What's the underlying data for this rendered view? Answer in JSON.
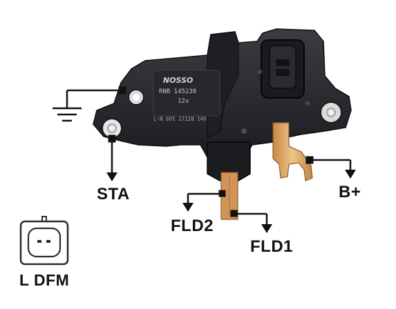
{
  "regulator": {
    "brand": "NOSSO",
    "model": "RNB 145238",
    "voltage": "12v",
    "code": "L-N 691 17120 14V"
  },
  "labels": {
    "sta": "STA",
    "b_plus": "B+",
    "fld2": "FLD2",
    "fld1": "FLD1",
    "connector": "L DFM"
  },
  "colors": {
    "body": "#2b2d31",
    "body_dark": "#16171a",
    "copper": "#d39a5a",
    "brass": "#d8a562",
    "wire": "#111111",
    "background": "#ffffff"
  }
}
